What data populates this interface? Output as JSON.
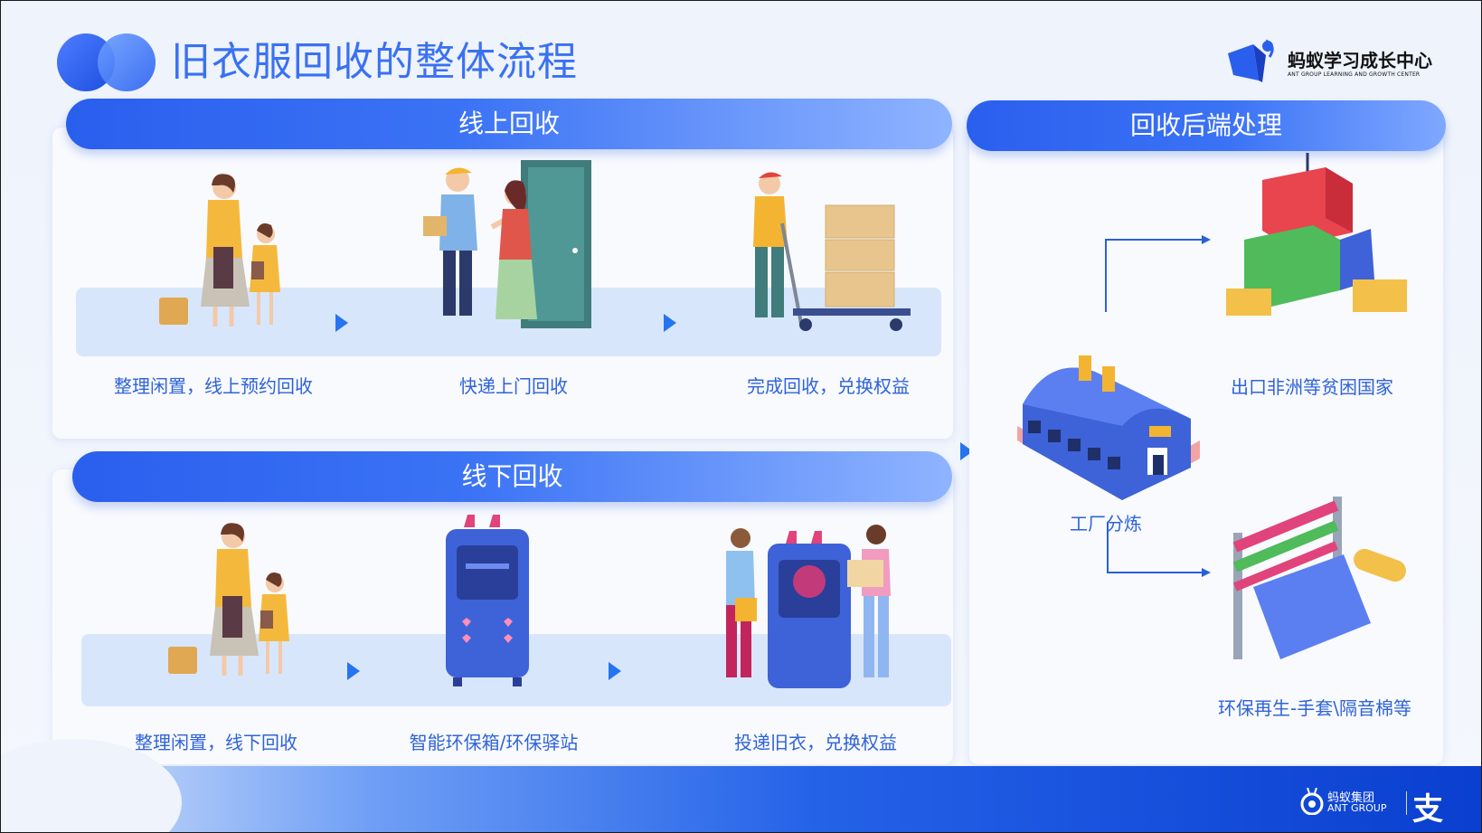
{
  "header": {
    "title": "旧衣服回收的整体流程",
    "logo_cn": "蚂蚁学习成长中心",
    "logo_en": "ANT GROUP LEARNING AND GROWTH CENTER"
  },
  "online": {
    "heading": "线上回收",
    "steps": [
      "整理闲置，线上预约回收",
      "快递上门回收",
      "完成回收，兑换权益"
    ]
  },
  "offline": {
    "heading": "线下回收",
    "steps": [
      "整理闲置，线下回收",
      "智能环保箱/环保驿站",
      "投递旧衣，兑换权益"
    ]
  },
  "backend": {
    "heading": "回收后端处理",
    "factory": "工厂分炼",
    "export": "出口非洲等贫困国家",
    "recycle": "环保再生-手套\\隔音棉等"
  },
  "footer": {
    "brand_cn": "蚂蚁集团",
    "brand_en": "ANT GROUP",
    "alipay_glyph": "支"
  },
  "colors": {
    "accent": "#2a5fee",
    "caption": "#2f63d8",
    "stage": "#d8e6fc"
  }
}
